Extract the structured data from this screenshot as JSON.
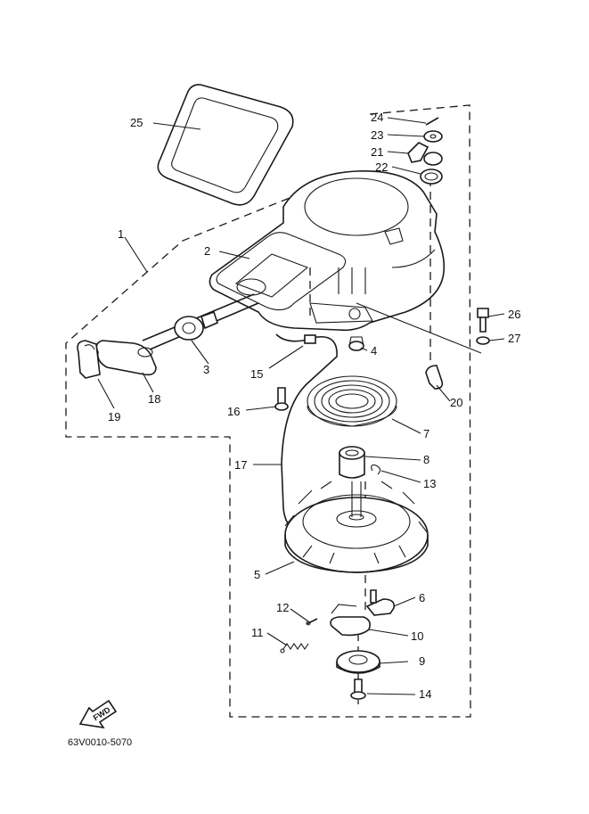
{
  "diagram": {
    "callouts": [
      {
        "id": "1",
        "text": "1"
      },
      {
        "id": "2",
        "text": "2"
      },
      {
        "id": "3",
        "text": "3"
      },
      {
        "id": "4",
        "text": "4"
      },
      {
        "id": "5",
        "text": "5"
      },
      {
        "id": "6",
        "text": "6"
      },
      {
        "id": "7",
        "text": "7"
      },
      {
        "id": "8",
        "text": "8"
      },
      {
        "id": "9",
        "text": "9"
      },
      {
        "id": "10",
        "text": "10"
      },
      {
        "id": "11",
        "text": "11"
      },
      {
        "id": "12",
        "text": "12"
      },
      {
        "id": "13",
        "text": "13"
      },
      {
        "id": "14",
        "text": "14"
      },
      {
        "id": "15",
        "text": "15"
      },
      {
        "id": "16",
        "text": "16"
      },
      {
        "id": "17",
        "text": "17"
      },
      {
        "id": "18",
        "text": "18"
      },
      {
        "id": "19",
        "text": "19"
      },
      {
        "id": "20",
        "text": "20"
      },
      {
        "id": "21",
        "text": "21"
      },
      {
        "id": "22",
        "text": "22"
      },
      {
        "id": "23",
        "text": "23"
      },
      {
        "id": "24",
        "text": "24"
      },
      {
        "id": "25",
        "text": "25"
      },
      {
        "id": "26",
        "text": "26"
      },
      {
        "id": "27",
        "text": "27"
      }
    ],
    "fwd_label": "FWD",
    "drawing_code": "63V0010-5070"
  }
}
